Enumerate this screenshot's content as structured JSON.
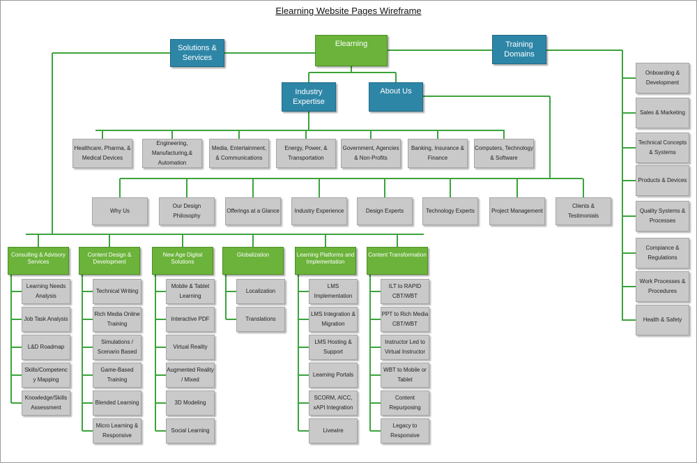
{
  "title": "Elearning Website Pages Wireframe",
  "colors": {
    "primary": "#6bb33a",
    "secondary": "#2e86a7",
    "leaf": "#c9c9c9",
    "connector": "#3aa33a"
  },
  "root": "Elearning",
  "primary_nodes": {
    "solutions": "Solutions & Services",
    "training": "Training Domains",
    "industry": "Industry Expertise",
    "about": "About Us"
  },
  "training_domains": [
    "Onboarding & Development",
    "Sales & Marketing",
    "Technical Concepts & Systems",
    "Products & Devices",
    "Quality Systems & Processes",
    "Compiance & Regulations",
    "Work Processes & Procedures",
    "Health & Safety"
  ],
  "industries": [
    "Healthcare, Pharma, & Medical Devices",
    "Engineering, Manufacturing,& Automation",
    "Media, Entertainment, & Communications",
    "Energy, Power, & Transportation",
    "Government, Agencies & Non-Profits",
    "Banking, Insurance & Finance",
    "Computers, Technology & Software"
  ],
  "about": [
    "Why Us",
    "Our Design Philosophy",
    "Offerings at a Glance",
    "Industry Experience",
    "Design Experts",
    "Technology Experts",
    "Project Management",
    "Clients & Testimonials"
  ],
  "solutions": [
    {
      "title": "Consulting & Advisory Services",
      "items": [
        "Learning Needs Analysis",
        "Job Task Analysis",
        "L&D Roadmap",
        "Skills/Competenc y Mapping",
        "Knowledge/Skills Assessment"
      ]
    },
    {
      "title": "Content Design & Development",
      "items": [
        "Technical Writing",
        "Rich Media Online Training",
        "Simulations / Scenario Based",
        "Game-Based Training",
        "Blended Learning",
        "Micro Learning & Responsive"
      ]
    },
    {
      "title": "New Age Digital Solutions",
      "items": [
        "Mobile & Tablet Learning",
        "Interactive PDF",
        "Virtual Reality",
        "Augmented Reality / Mixed",
        "3D Modeling",
        "Social Learning"
      ]
    },
    {
      "title": "Globalization",
      "items": [
        "Localization",
        "Translations"
      ]
    },
    {
      "title": "Learning Platforms and Implementation",
      "items": [
        "LMS Implementation",
        "LMS Integration & Migration",
        "LMS Hosting & Support",
        "Learning Portals",
        "SCORM, AICC, xAPI Integration",
        "Livewire"
      ]
    },
    {
      "title": "Content Transformation",
      "items": [
        "ILT to RAPID CBT/WBT",
        "PPT to Rich Media CBT/WBT",
        "Instructor Led to Virtual Instructor",
        "WBT to Mobile or Tablet",
        "Content Repurposing",
        "Legacy to Responsive"
      ]
    }
  ]
}
